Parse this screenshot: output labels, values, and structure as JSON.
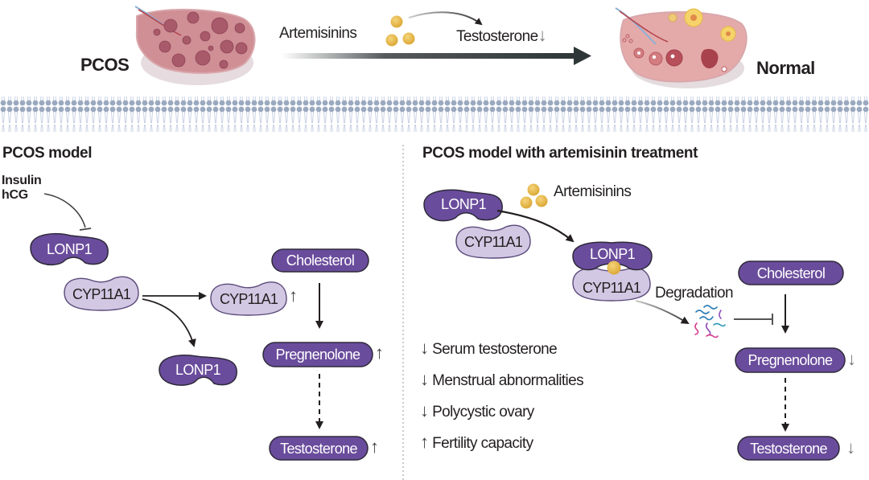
{
  "header": {
    "left_label": "PCOS",
    "right_label": "Normal",
    "drug_label": "Artemisinins",
    "effect_label": "Testosterone",
    "effect_arrow": "↓"
  },
  "left_panel": {
    "title": "PCOS model",
    "inducers": [
      "Insulin",
      "hCG"
    ],
    "nodes": {
      "lonp1_top": "LONP1",
      "cyp_left": "CYP11A1",
      "cyp_right": "CYP11A1",
      "cyp_right_arrow": "↑",
      "lonp1_bottom": "LONP1",
      "cholesterol": "Cholesterol",
      "pregnenolone": "Pregnenolone",
      "pregnenolone_arrow": "↑",
      "testosterone": "Testosterone",
      "testosterone_arrow": "↑"
    }
  },
  "right_panel": {
    "title": "PCOS model with artemisinin treatment",
    "drug_label": "Artemisinins",
    "degradation_label": "Degradation",
    "nodes": {
      "lonp1_free": "LONP1",
      "cyp_free": "CYP11A1",
      "lonp1_bound": "LONP1",
      "cyp_bound": "CYP11A1",
      "cholesterol": "Cholesterol",
      "pregnenolone": "Pregnenolone",
      "pregnenolone_arrow": "↓",
      "testosterone": "Testosterone",
      "testosterone_arrow": "↓"
    },
    "outcomes": [
      {
        "arrow": "↓",
        "text": "Serum testosterone"
      },
      {
        "arrow": "↓",
        "text": "Menstrual abnormalities"
      },
      {
        "arrow": "↓",
        "text": "Polycystic ovary"
      },
      {
        "arrow": "↑",
        "text": "Fertility capacity"
      }
    ]
  },
  "colors": {
    "dark_purple": "#6a4c9c",
    "light_purple": "#d2c8e3",
    "outline": "#2e2a3a",
    "drug_gold": "#e9b949",
    "membrane": "#9aa9bf"
  }
}
